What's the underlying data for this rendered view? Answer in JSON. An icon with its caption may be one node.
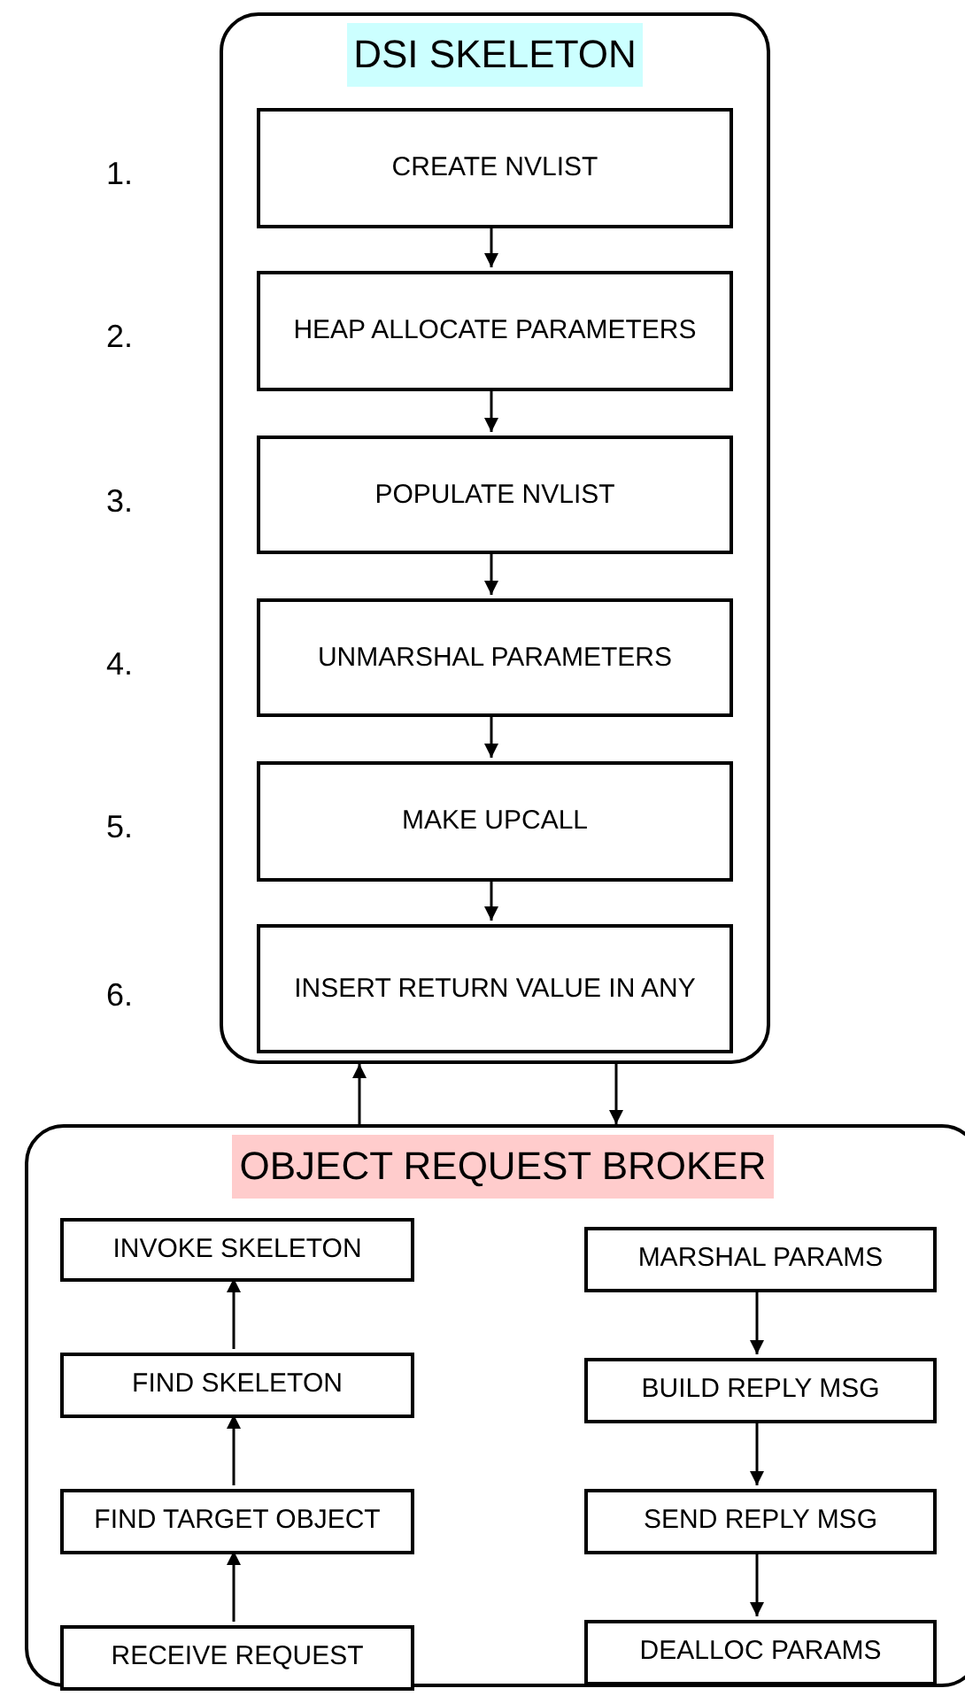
{
  "diagram": {
    "nodes": [
      {
        "text": [
          "DSI SKELETON"
        ]
      },
      {
        "text": [
          "CREATE NVLIST"
        ],
        "in": 0,
        "beside": [
          "1."
        ]
      },
      {
        "text": [
          "HEAP ALLOCATE PARAMETERS"
        ],
        "in": 0,
        "beside": [
          "2."
        ]
      },
      {
        "text": [
          "POPULATE NVLIST"
        ],
        "in": 0,
        "beside": [
          "3."
        ]
      },
      {
        "text": [
          "UNMARSHAL PARAMETERS"
        ],
        "in": 0,
        "beside": [
          "4."
        ]
      },
      {
        "text": [
          "MAKE UPCALL"
        ],
        "in": 0,
        "beside": [
          "5."
        ]
      },
      {
        "text": [
          "INSERT RETURN VALUE IN ANY"
        ],
        "in": 0,
        "beside": [
          "6."
        ]
      },
      {
        "text": [
          "OBJECT REQUEST BROKER"
        ]
      },
      {
        "text": [
          "INVOKE SKELETON"
        ],
        "in": 7
      },
      {
        "text": [
          "MARSHAL PARAMS"
        ],
        "in": 7
      },
      {
        "text": [
          "FIND SKELETON"
        ],
        "in": 7
      },
      {
        "text": [
          "BUILD REPLY MSG"
        ],
        "in": 7
      },
      {
        "text": [
          "FIND TARGET OBJECT"
        ],
        "in": 7
      },
      {
        "text": [
          "SEND REPLY MSG"
        ],
        "in": 7
      },
      {
        "text": [
          "RECEIVE REQUEST"
        ],
        "in": 7
      },
      {
        "text": [
          "DEALLOC PARAMS"
        ],
        "in": 7
      }
    ],
    "edges": [
      {
        "from": 1,
        "to": 2,
        "arrow": "to"
      },
      {
        "from": 2,
        "to": 3,
        "arrow": "to"
      },
      {
        "from": 3,
        "to": 4,
        "arrow": "to"
      },
      {
        "from": 4,
        "to": 5,
        "arrow": "to"
      },
      {
        "from": 5,
        "to": 6,
        "arrow": "to"
      },
      {
        "from": 7,
        "to": 0,
        "arrow": "to"
      },
      {
        "from": 0,
        "to": 7,
        "arrow": "to"
      },
      {
        "from": 14,
        "to": 12,
        "arrow": "to"
      },
      {
        "from": 12,
        "to": 10,
        "arrow": "to"
      },
      {
        "from": 10,
        "to": 8,
        "arrow": "to"
      },
      {
        "from": 9,
        "to": 11,
        "arrow": "to"
      },
      {
        "from": 11,
        "to": 13,
        "arrow": "to"
      },
      {
        "from": 13,
        "to": 15,
        "arrow": "to"
      }
    ]
  }
}
